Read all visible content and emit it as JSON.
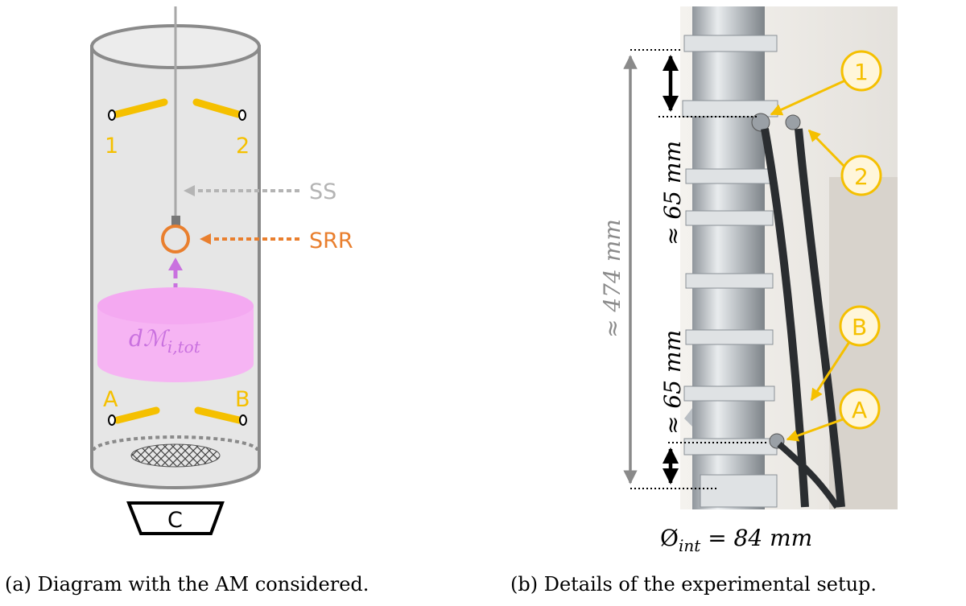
{
  "panel_a": {
    "caption": "(a)  Diagram with the AM considered.",
    "antenna_labels": [
      "1",
      "2",
      "A",
      "B"
    ],
    "probe_label": "SS",
    "resonator_label": "SRR",
    "volume_label": "dℳi,tot",
    "volume_main": "dℳ",
    "volume_sub": "i,tot",
    "base_label": "C",
    "colors": {
      "antenna": "#F5C000",
      "probe": "#b4b4b4",
      "resonator": "#E97F2E",
      "volume_fill": "#F6B4F3",
      "volume_text": "#C971DF",
      "arrow": "#C971DF",
      "tube_fill": "#e6e6e6",
      "tube_stroke": "#8a8a8a"
    }
  },
  "panel_b": {
    "caption": "(b)  Details of the experimental setup.",
    "total_length": "≈ 474 mm",
    "upper_spacing": "≈ 65 mm",
    "lower_spacing": "≈ 65 mm",
    "diameter": "Øint = 84 mm",
    "diameter_main": "Ø",
    "diameter_sub": "int",
    "diameter_rest": " = 84 mm",
    "port_labels": [
      "1",
      "2",
      "B",
      "A"
    ],
    "colors": {
      "callout": "#F5C000",
      "callout_fill": "#FFF6DA",
      "dimension_gray": "#8a8a8a",
      "dimension_black": "#000000",
      "metal": "#c8ccd0",
      "cable": "#2a2d30"
    }
  }
}
